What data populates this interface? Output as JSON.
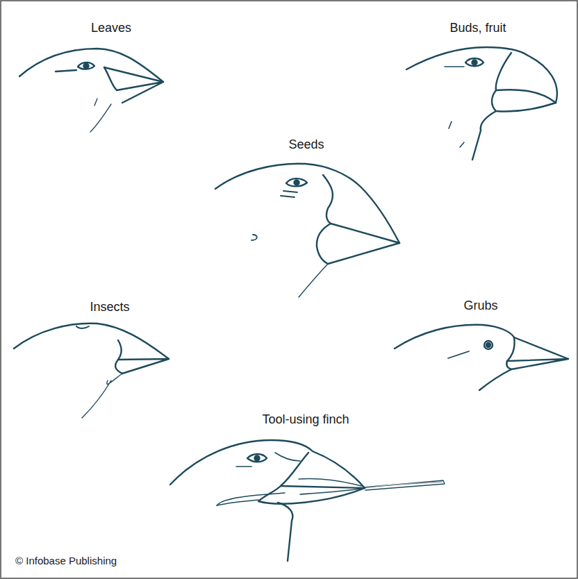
{
  "diagram": {
    "labels": [
      "Leaves",
      "Buds, fruit",
      "Seeds",
      "Insects",
      "Grubs",
      "Tool-using finch",
      "© Infobase Publishing"
    ]
  }
}
